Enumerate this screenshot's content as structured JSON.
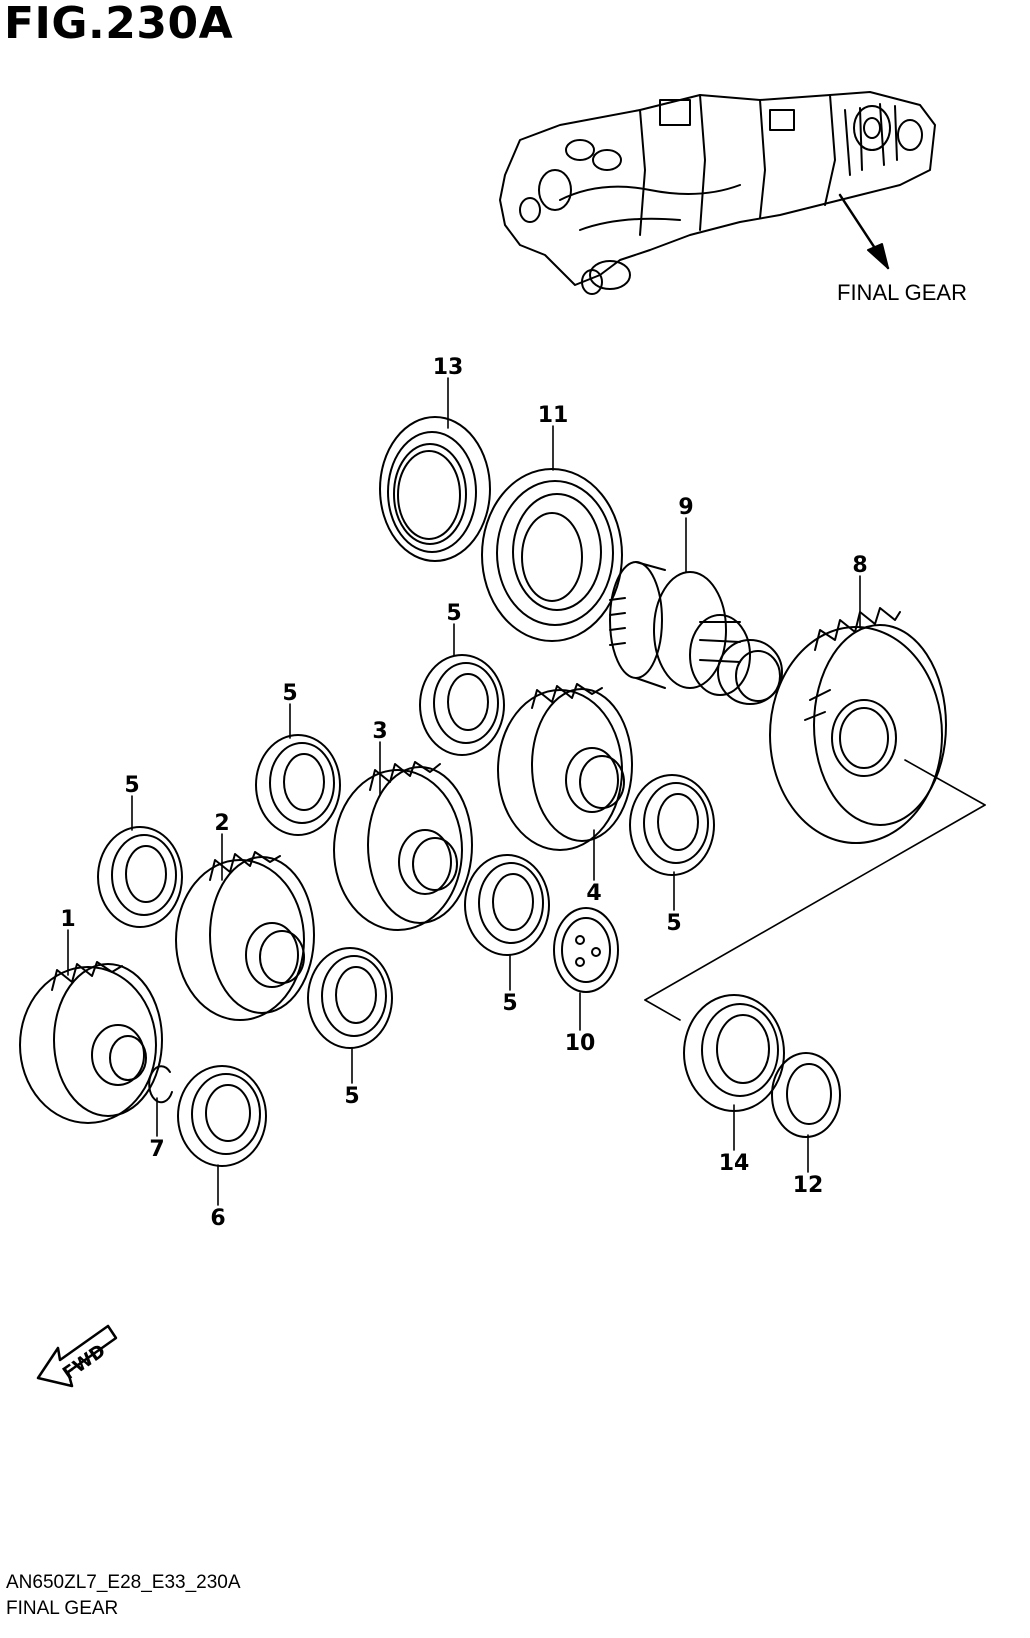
{
  "figure": {
    "title": "FIG.230A",
    "assembly_label": "FINAL GEAR",
    "direction_label": "FWD",
    "footer_code": "AN650ZL7_E28_E33_230A",
    "footer_name": "FINAL GEAR"
  },
  "callouts": [
    {
      "id": "c13",
      "text": "13"
    },
    {
      "id": "c11",
      "text": "11"
    },
    {
      "id": "c9",
      "text": "9"
    },
    {
      "id": "c8",
      "text": "8"
    },
    {
      "id": "c5a",
      "text": "5"
    },
    {
      "id": "c5b",
      "text": "5"
    },
    {
      "id": "c3",
      "text": "3"
    },
    {
      "id": "c5c",
      "text": "5"
    },
    {
      "id": "c2",
      "text": "2"
    },
    {
      "id": "c1",
      "text": "1"
    },
    {
      "id": "c4",
      "text": "4"
    },
    {
      "id": "c5d",
      "text": "5"
    },
    {
      "id": "c5e",
      "text": "5"
    },
    {
      "id": "c10",
      "text": "10"
    },
    {
      "id": "c5f",
      "text": "5"
    },
    {
      "id": "c7",
      "text": "7"
    },
    {
      "id": "c6",
      "text": "6"
    },
    {
      "id": "c14",
      "text": "14"
    },
    {
      "id": "c12",
      "text": "12"
    }
  ],
  "colors": {
    "line": "#000000",
    "background": "#ffffff"
  }
}
